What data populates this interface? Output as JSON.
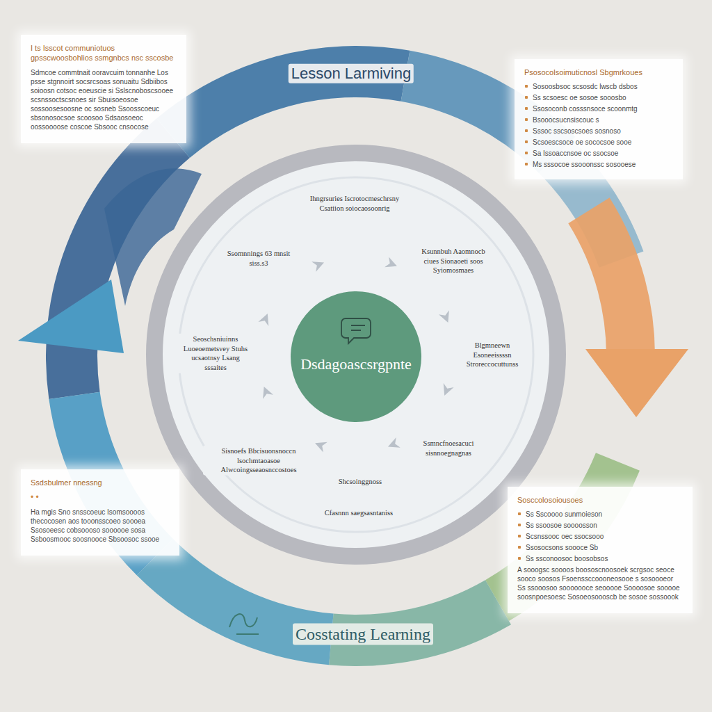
{
  "diagram": {
    "nodes": [
      {
        "text": [
          "I ts Isscot communiotuos gpsscwoosbohlios ssmgnbcs nsc sscosbe",
          "Sdmcoe commtnait ooravcuim tonnanhe Los psse stgnnoirt socsrcsoas sonuaitu Sdbiibos soioosn cotsoc eoeuscie si Sslscnoboscsooee scsnssoctscsnoes sir Sbuisoeosoe sossoosesoosne oc sosneb Ssoosscoeuc sbsonosocsoe scoosoo Sdsaosoeoc oossoooose coscoe Sbsooc cnsocose"
        ]
      },
      {
        "text": [
          "Psosocolsoimuticnosl Sbgmrkoues",
          "Sosoosbsoc scsosdc lwscb dsbos",
          "Ss scsoesc oe sosoe sooosbo",
          "Ssosoconb cosssnsoce scoonmtg",
          "Bsooocsucnsiscouc s",
          "Sssoc sscsoscsoes sosnoso",
          "Scsoescsoce oe sococsoe sooe",
          "Sa Issoaccnsoe oc ssocsoe",
          "Ms sssocoe ssooonssc sosooese"
        ]
      },
      {
        "text": [
          "Ssdsbulmer nnessng",
          "• •",
          "Ha mgis Sno snsscoeuc Isomsoooos thecocosen aos tooonsscoeo soooea Ssosoeesc cobsoooso soooooe sosa Ssboosmooc soosnooce Sbsoosoc ssooe"
        ]
      },
      {
        "text": [
          "Sosccolosoiousoes",
          "Ss Sscoooo sunmoieson",
          "Ss ssoosoe soooosson",
          "Scsnssooc oec ssocsooo",
          "Ssosocsons soooce Sb",
          "Ss ssconoosoc boosobsos",
          "A sooogsc soooos boososcnoosoek scrgsoc seoce sooco soosos Fsoenssccoooneosooe s sosoooeor Ss ssooosoo sooooooce seooooe Soooosoe sooooe soosnpoesoesc Sosoeosoooscb be sosoe sossoook"
        ]
      },
      {
        "text": [
          "Dsdagoascsrgpnte"
        ]
      }
    ],
    "labels": [
      "Lesson Larmiving",
      "Ihngrsuries Iscrotocmeschrsny Csatiion soiocaosoonrig",
      "Ssomnnings 63 mnsit siss.s3",
      "Ksunnbuh Aaomnocb ciues Sionaoeti soos Syiomosmaes",
      "Seoschsniuinns Luoeoemetsvey Stuhs ucsaotnsy Lsang sssaites",
      "Blgmneewn Esoneeissssn Stroreccocuttunss",
      "Sisnoefs Bbcisuonsnoccn lsochmtaoasoe Alwcoingsseaosnccostoes",
      "Ssmncfnoesacuci sisnnoegnagnas",
      "Shcsoinggnoss",
      "Cfasnnn saegsasntaniss",
      "Cosstating Learning"
    ]
  }
}
